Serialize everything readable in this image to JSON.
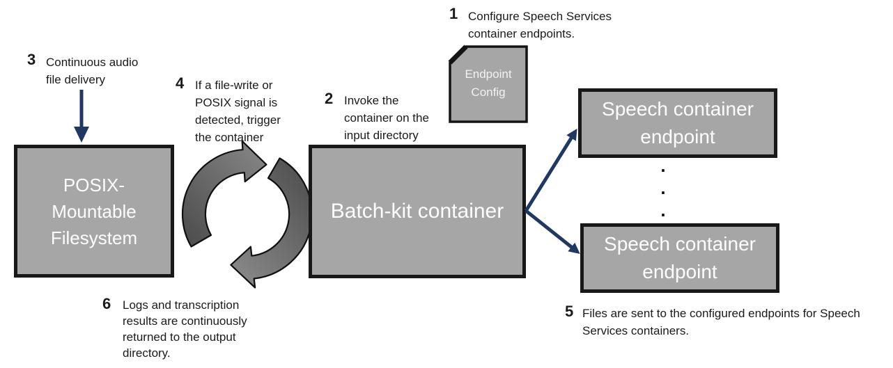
{
  "diagram_title": "Batch-kit container workflow for Speech Services",
  "colors": {
    "box_fill": "#a6a6a6",
    "box_border": "#181818",
    "box_text": "#fdfdfd",
    "note_text": "#1a1a1a",
    "arrow_blue": "#1f3864",
    "cycle_dark": "#4a4a4a",
    "cycle_light": "#858585"
  },
  "steps": {
    "s1": {
      "num": "1",
      "text": "Configure Speech Services\ncontainer endpoints."
    },
    "s2": {
      "num": "2",
      "text": "Invoke the\ncontainer on the\ninput directory"
    },
    "s3": {
      "num": "3",
      "text": "Continuous audio\nfile delivery"
    },
    "s4": {
      "num": "4",
      "text": "If a file-write or\nPOSIX signal is\ndetected,  trigger\nthe container"
    },
    "s5": {
      "num": "5",
      "text": "Files are sent to the configured endpoints for Speech\nServices containers."
    },
    "s6": {
      "num": "6",
      "text": "Logs and transcription\nresults are continuously\nreturned to the output\ndirectory."
    }
  },
  "nodes": {
    "endpoint_config": "Endpoint\nConfig",
    "posix_filesystem": "POSIX-\nMountable\nFilesystem",
    "batch_kit": "Batch-kit container",
    "speech_endpoint_top": "Speech container\nendpoint",
    "speech_endpoint_bottom": "Speech container\nendpoint"
  },
  "ellipsis": ".\n.\n."
}
